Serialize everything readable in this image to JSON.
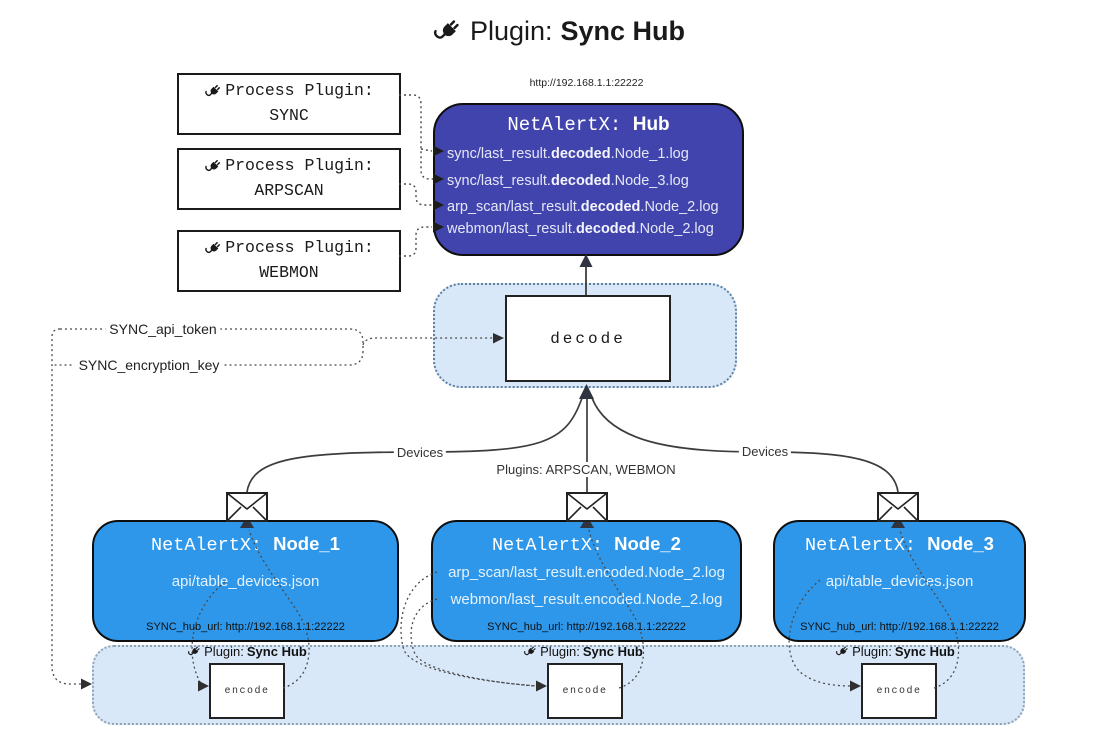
{
  "title": {
    "prefix": "Plugin:",
    "name": "Sync Hub"
  },
  "process_plugins": [
    {
      "label": "Process Plugin:",
      "name": "SYNC"
    },
    {
      "label": "Process Plugin:",
      "name": "ARPSCAN"
    },
    {
      "label": "Process Plugin:",
      "name": "WEBMON"
    }
  ],
  "hub": {
    "url": "http://192.168.1.1:22222",
    "title_prefix": "NetAlertX: ",
    "title_name": "Hub",
    "files": [
      {
        "pre": "sync/last_result.",
        "bold": "decoded",
        "post": ".Node_1.log"
      },
      {
        "pre": "sync/last_result.",
        "bold": "decoded",
        "post": ".Node_3.log"
      },
      {
        "pre": "arp_scan/last_result.",
        "bold": "decoded",
        "post": ".Node_2.log"
      },
      {
        "pre": "webmon/last_result.",
        "bold": "decoded",
        "post": ".Node_2.log"
      }
    ]
  },
  "decode_box": {
    "label": "decode"
  },
  "settings": {
    "api_token": "SYNC_api_token",
    "encryption_key": "SYNC_encryption_key"
  },
  "edge_labels": {
    "devices_left": "Devices",
    "plugins_middle": "Plugins: ARPSCAN, WEBMON",
    "devices_right": "Devices"
  },
  "nodes": [
    {
      "title_prefix": "NetAlertX: ",
      "title_name": "Node_1",
      "files": [
        "api/table_devices.json"
      ],
      "hub_url": "SYNC_hub_url: http://192.168.1.1:22222"
    },
    {
      "title_prefix": "NetAlertX: ",
      "title_name": "Node_2",
      "files": [
        "arp_scan/last_result.encoded.Node_2.log",
        "webmon/last_result.encoded.Node_2.log"
      ],
      "hub_url": "SYNC_hub_url: http://192.168.1.1:22222"
    },
    {
      "title_prefix": "NetAlertX: ",
      "title_name": "Node_3",
      "files": [
        "api/table_devices.json"
      ],
      "hub_url": "SYNC_hub_url: http://192.168.1.1:22222"
    }
  ],
  "encoders": [
    {
      "label_prefix": "Plugin:",
      "label_name": "Sync Hub",
      "box_label": "encode"
    },
    {
      "label_prefix": "Plugin:",
      "label_name": "Sync Hub",
      "box_label": "encode"
    },
    {
      "label_prefix": "Plugin:",
      "label_name": "Sync Hub",
      "box_label": "encode"
    }
  ],
  "colors": {
    "hub_fill": "#4144ad",
    "node_fill": "#2e97ea",
    "container_fill": "#d9e8f9",
    "container_border": "#5c80a0",
    "strip_border": "#8fa3b4",
    "wire": "#3d3d3d"
  }
}
